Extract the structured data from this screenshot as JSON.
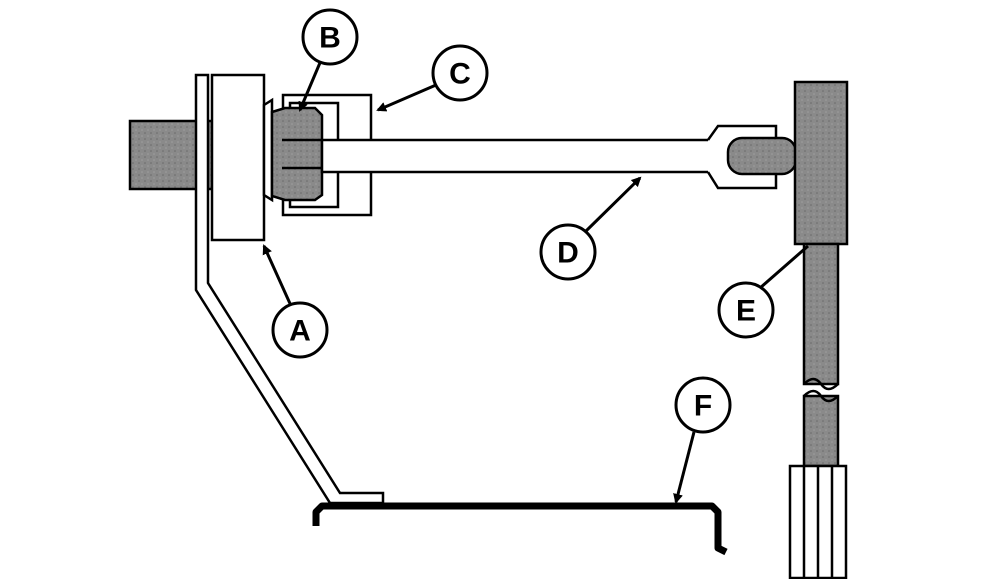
{
  "colors": {
    "line": "#000000",
    "background": "#ffffff",
    "wood": "#8a8a8a"
  },
  "callouts": [
    {
      "id": "A",
      "label": "A"
    },
    {
      "id": "B",
      "label": "B"
    },
    {
      "id": "C",
      "label": "C"
    },
    {
      "id": "D",
      "label": "D"
    },
    {
      "id": "E",
      "label": "E"
    },
    {
      "id": "F",
      "label": "F"
    }
  ]
}
